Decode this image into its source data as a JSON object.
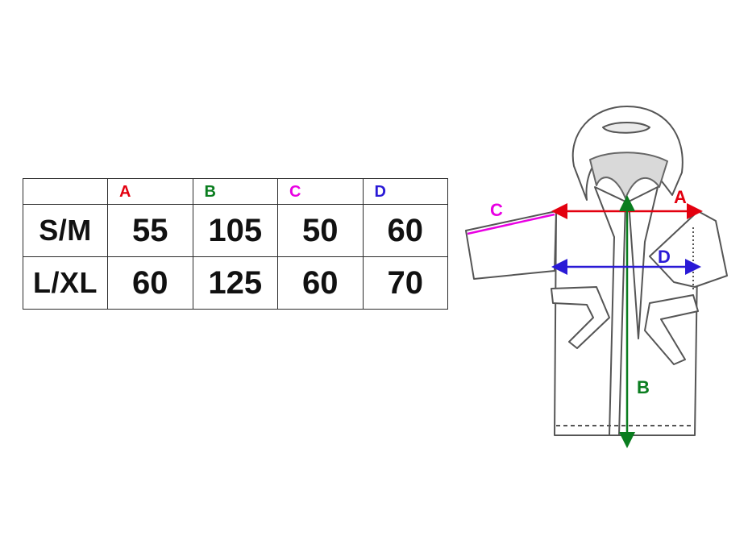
{
  "table": {
    "columns": [
      {
        "key": "A",
        "label": "A",
        "color": "#e3000f"
      },
      {
        "key": "B",
        "label": "B",
        "color": "#0a7d1f"
      },
      {
        "key": "C",
        "label": "C",
        "color": "#e900e3"
      },
      {
        "key": "D",
        "label": "D",
        "color": "#2a1ad6"
      }
    ],
    "rows": [
      {
        "size": "S/M",
        "values": [
          "55",
          "105",
          "50",
          "60"
        ]
      },
      {
        "size": "L/XL",
        "values": [
          "60",
          "125",
          "60",
          "70"
        ]
      }
    ]
  },
  "diagram": {
    "labels": {
      "a": "A",
      "b": "B",
      "c": "C",
      "d": "D"
    },
    "colors": {
      "a": "#e3000f",
      "b": "#0a7d1f",
      "c": "#e900e3",
      "d": "#2a1ad6"
    }
  }
}
